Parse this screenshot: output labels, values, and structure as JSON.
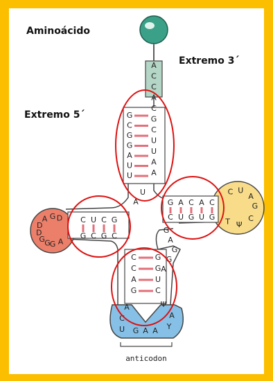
{
  "labels": {
    "amino_acid": "Aminoácido",
    "end3": "Extremo 3´",
    "end5": "Extremo 5´",
    "anticodon": "anticodon"
  },
  "acceptor_3prime": [
    "A",
    "C",
    "C",
    "A",
    "C",
    "G",
    "C",
    "U",
    "U",
    "A",
    "A"
  ],
  "acceptor_5prime": [
    "G",
    "C",
    "G",
    "G",
    "A",
    "U",
    "U"
  ],
  "d_arm": {
    "upper_strand": [
      "C",
      "U",
      "C",
      "G"
    ],
    "lower_strand": [
      "G",
      "C",
      "G",
      "C"
    ],
    "loop": [
      "D",
      "G",
      "A",
      "D",
      "D",
      "G",
      "G",
      "G",
      "A"
    ]
  },
  "t_arm": {
    "upper_strand": [
      "G",
      "A",
      "C",
      "A",
      "C"
    ],
    "lower_strand": [
      "C",
      "U",
      "G",
      "U",
      "G"
    ],
    "loop": [
      "C",
      "U",
      "A",
      "G",
      "C",
      "Ψ",
      "T"
    ]
  },
  "anticodon_arm": {
    "left_strand": [
      "C",
      "C",
      "A",
      "G"
    ],
    "right_strand": [
      "G",
      "G",
      "U",
      "C"
    ],
    "loop": [
      "A",
      "C",
      "U",
      "G",
      "A",
      "A",
      "Y",
      "A",
      "Ψ"
    ]
  },
  "junction": [
    "U",
    "A",
    "G",
    "A",
    "G",
    "G",
    "A"
  ],
  "colors": {
    "background": "#fbbf00",
    "circle_outline": "#dd1111",
    "amino_acid": "#3aa088",
    "acceptor_stem": "#b4d6c6",
    "d_loop": "#ec7f6a",
    "t_loop": "#f8dc8a",
    "anticodon_loop": "#86c0e6",
    "base_pair": "#e36f7a"
  }
}
